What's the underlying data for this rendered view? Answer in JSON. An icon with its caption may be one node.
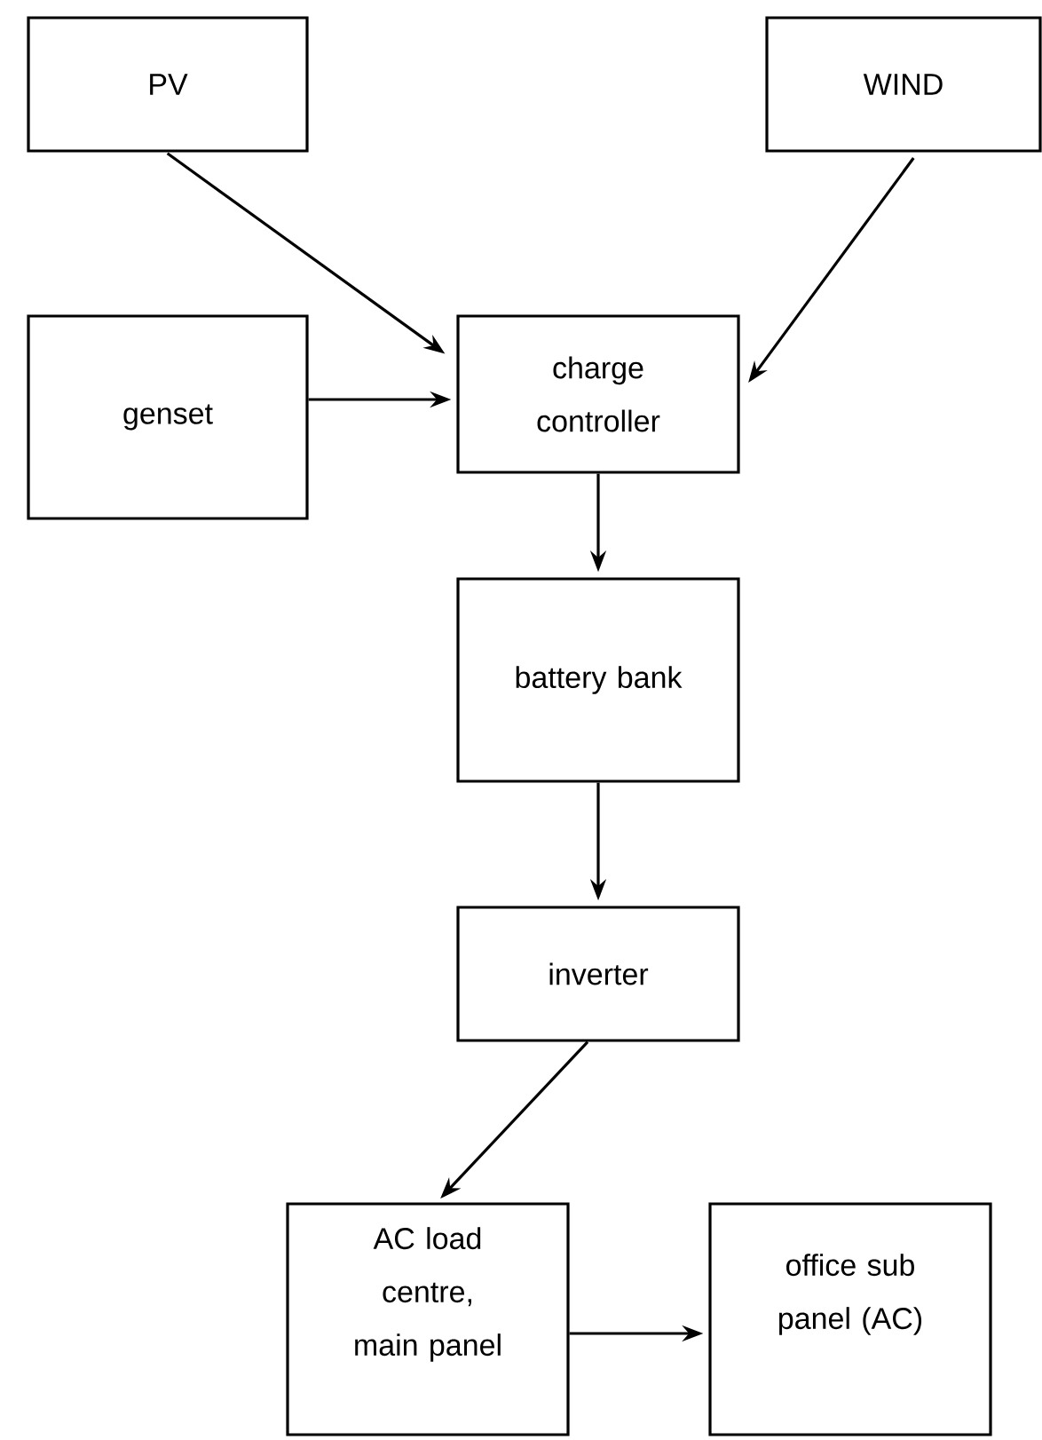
{
  "diagram": {
    "nodes": [
      {
        "text": [
          "PV"
        ]
      },
      {
        "text": [
          "genset"
        ]
      },
      {
        "text": [
          "charge controller"
        ]
      },
      {
        "text": [
          "WIND"
        ]
      },
      {
        "text": [
          "battery bank"
        ]
      },
      {
        "text": [
          "inverter"
        ]
      },
      {
        "text": [
          "AC load centre, main panel"
        ]
      },
      {
        "text": [
          "office sub panel (AC)"
        ]
      }
    ],
    "edges": [
      {
        "from": 0,
        "to": 2,
        "arrow": "to"
      },
      {
        "from": 1,
        "to": 2,
        "arrow": "to"
      },
      {
        "from": 3,
        "to": 2,
        "arrow": "to"
      },
      {
        "from": 2,
        "to": 4,
        "arrow": "to"
      },
      {
        "from": 4,
        "to": 5,
        "arrow": "to"
      },
      {
        "from": 5,
        "to": 6,
        "arrow": "to"
      },
      {
        "from": 6,
        "to": 7,
        "arrow": "to"
      }
    ]
  }
}
